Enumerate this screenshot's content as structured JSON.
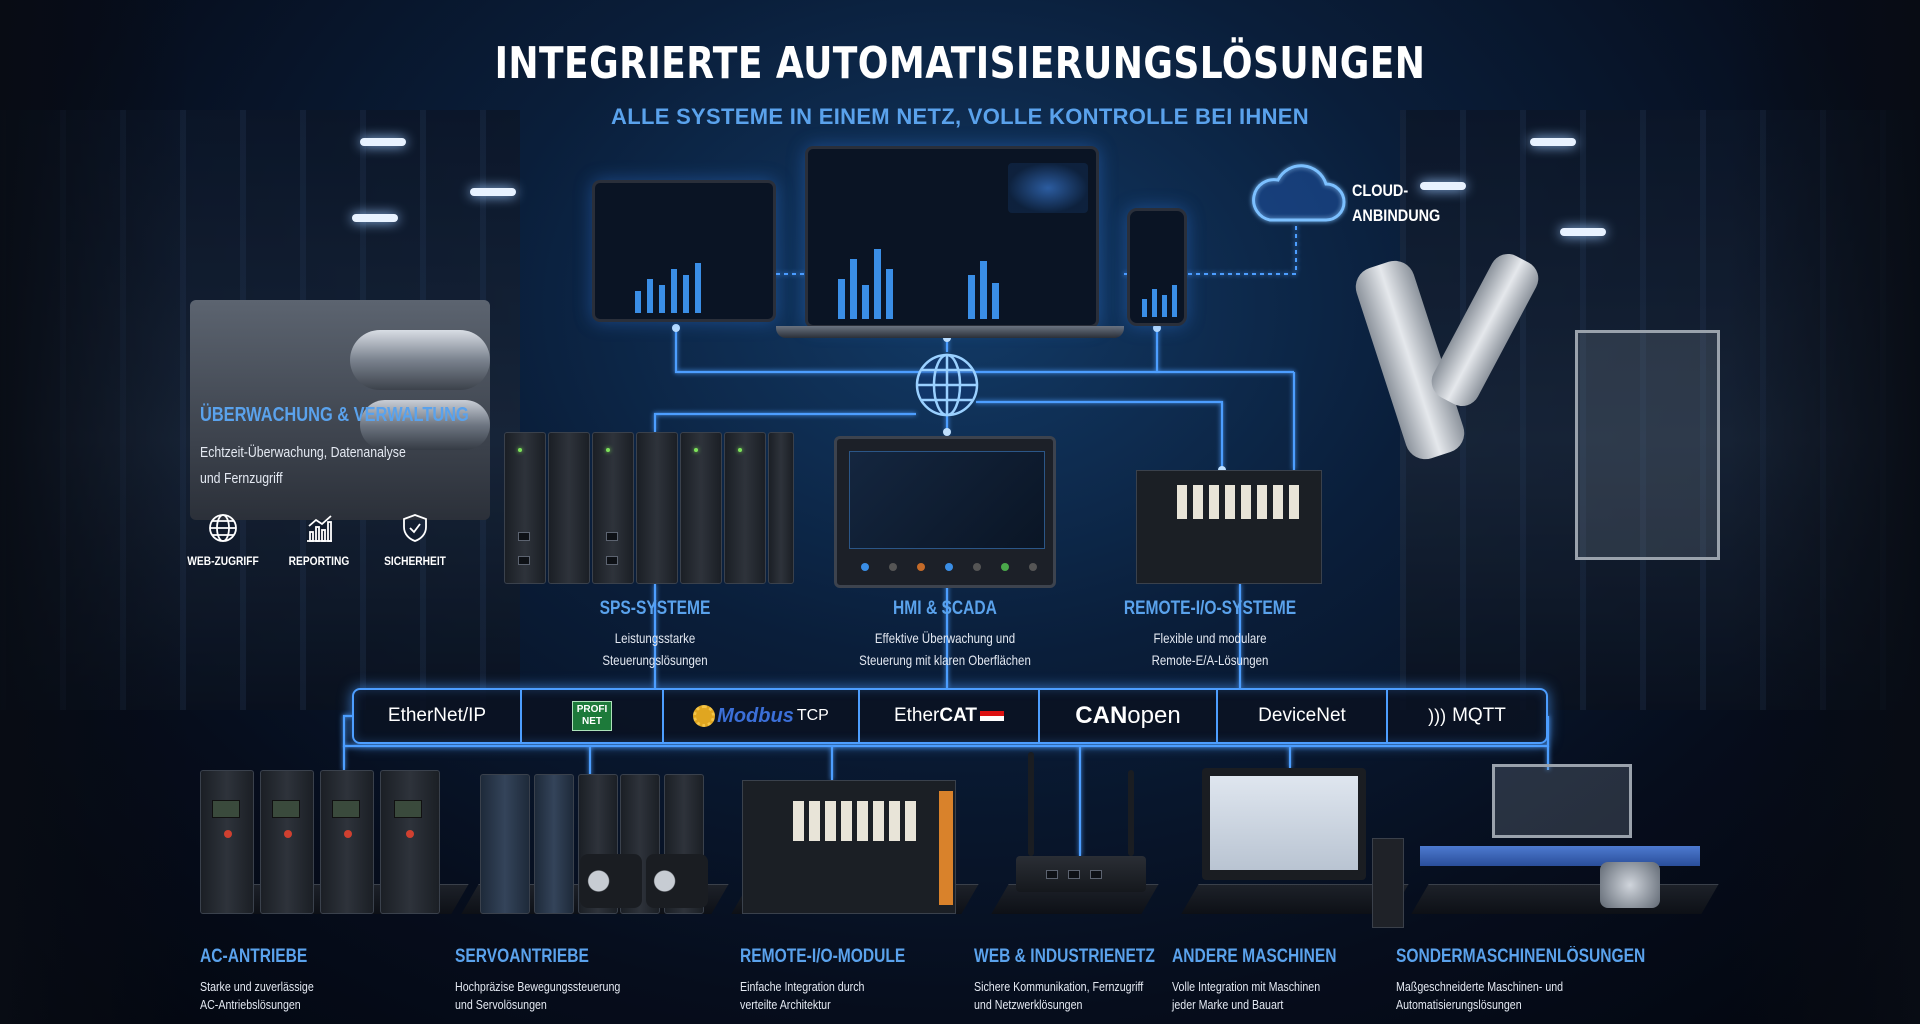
{
  "title": "INTEGRIERTE AUTOMATISIERUNGSLÖSUNGEN",
  "subtitle": "ALLE SYSTEME IN EINEM NETZ, VOLLE KONTROLLE BEI IHNEN",
  "cloud": {
    "label_line1": "CLOUD-",
    "label_line2": "ANBINDUNG",
    "icon": "cloud-icon"
  },
  "monitoring": {
    "title": "ÜBERWACHUNG & VERWALTUNG",
    "desc_line1": "Echtzeit-Überwachung, Datenanalyse",
    "desc_line2": "und Fernzugriff",
    "features": [
      {
        "label": "WEB-ZUGRIFF",
        "icon": "globe-icon"
      },
      {
        "label": "REPORTING",
        "icon": "chart-icon"
      },
      {
        "label": "SICHERHEIT",
        "icon": "shield-icon"
      }
    ]
  },
  "middle_systems": [
    {
      "title": "SPS-SYSTEME",
      "line1": "Leistungsstarke",
      "line2": "Steuerungslösungen"
    },
    {
      "title": "HMI & SCADA",
      "line1": "Effektive Überwachung und",
      "line2": "Steuerung mit klaren Oberflächen"
    },
    {
      "title": "REMOTE-I/O-SYSTEME",
      "line1": "Flexible und modulare",
      "line2": "Remote-E/A-Lösungen"
    }
  ],
  "protocols": {
    "ethernetip": "EtherNet/IP",
    "profinet_top": "PROFI",
    "profinet_bottom": "NET",
    "modbus": "Modbus",
    "modbus_tcp": "TCP",
    "ethercat_ether": "Ether",
    "ethercat_cat": "CAT",
    "canopen_can": "CAN",
    "canopen_open": "open",
    "devicenet": "DeviceNet",
    "mqtt": "MQTT"
  },
  "bottom_systems": [
    {
      "title": "AC-ANTRIEBE",
      "line1": "Starke und zuverlässige",
      "line2": "AC-Antriebslösungen"
    },
    {
      "title": "SERVOANTRIEBE",
      "line1": "Hochpräzise Bewegungssteuerung",
      "line2": "und Servolösungen"
    },
    {
      "title": "REMOTE-I/O-MODULE",
      "line1": "Einfache Integration durch",
      "line2": "verteilte Architektur"
    },
    {
      "title": "WEB & INDUSTRIENETZ",
      "line1": "Sichere Kommunikation, Fernzugriff",
      "line2": "und Netzwerklösungen"
    },
    {
      "title": "ANDERE MASCHINEN",
      "line1": "Volle Integration mit Maschinen",
      "line2": "jeder Marke und Bauart"
    },
    {
      "title": "SONDERMASCHINENLÖSUNGEN",
      "line1": "Maßgeschneiderte Maschinen- und",
      "line2": "Automatisierungslösungen"
    }
  ],
  "colors": {
    "accent": "#5aa2ec",
    "wire": "#4d9eff",
    "background": "#0a1e3a"
  }
}
